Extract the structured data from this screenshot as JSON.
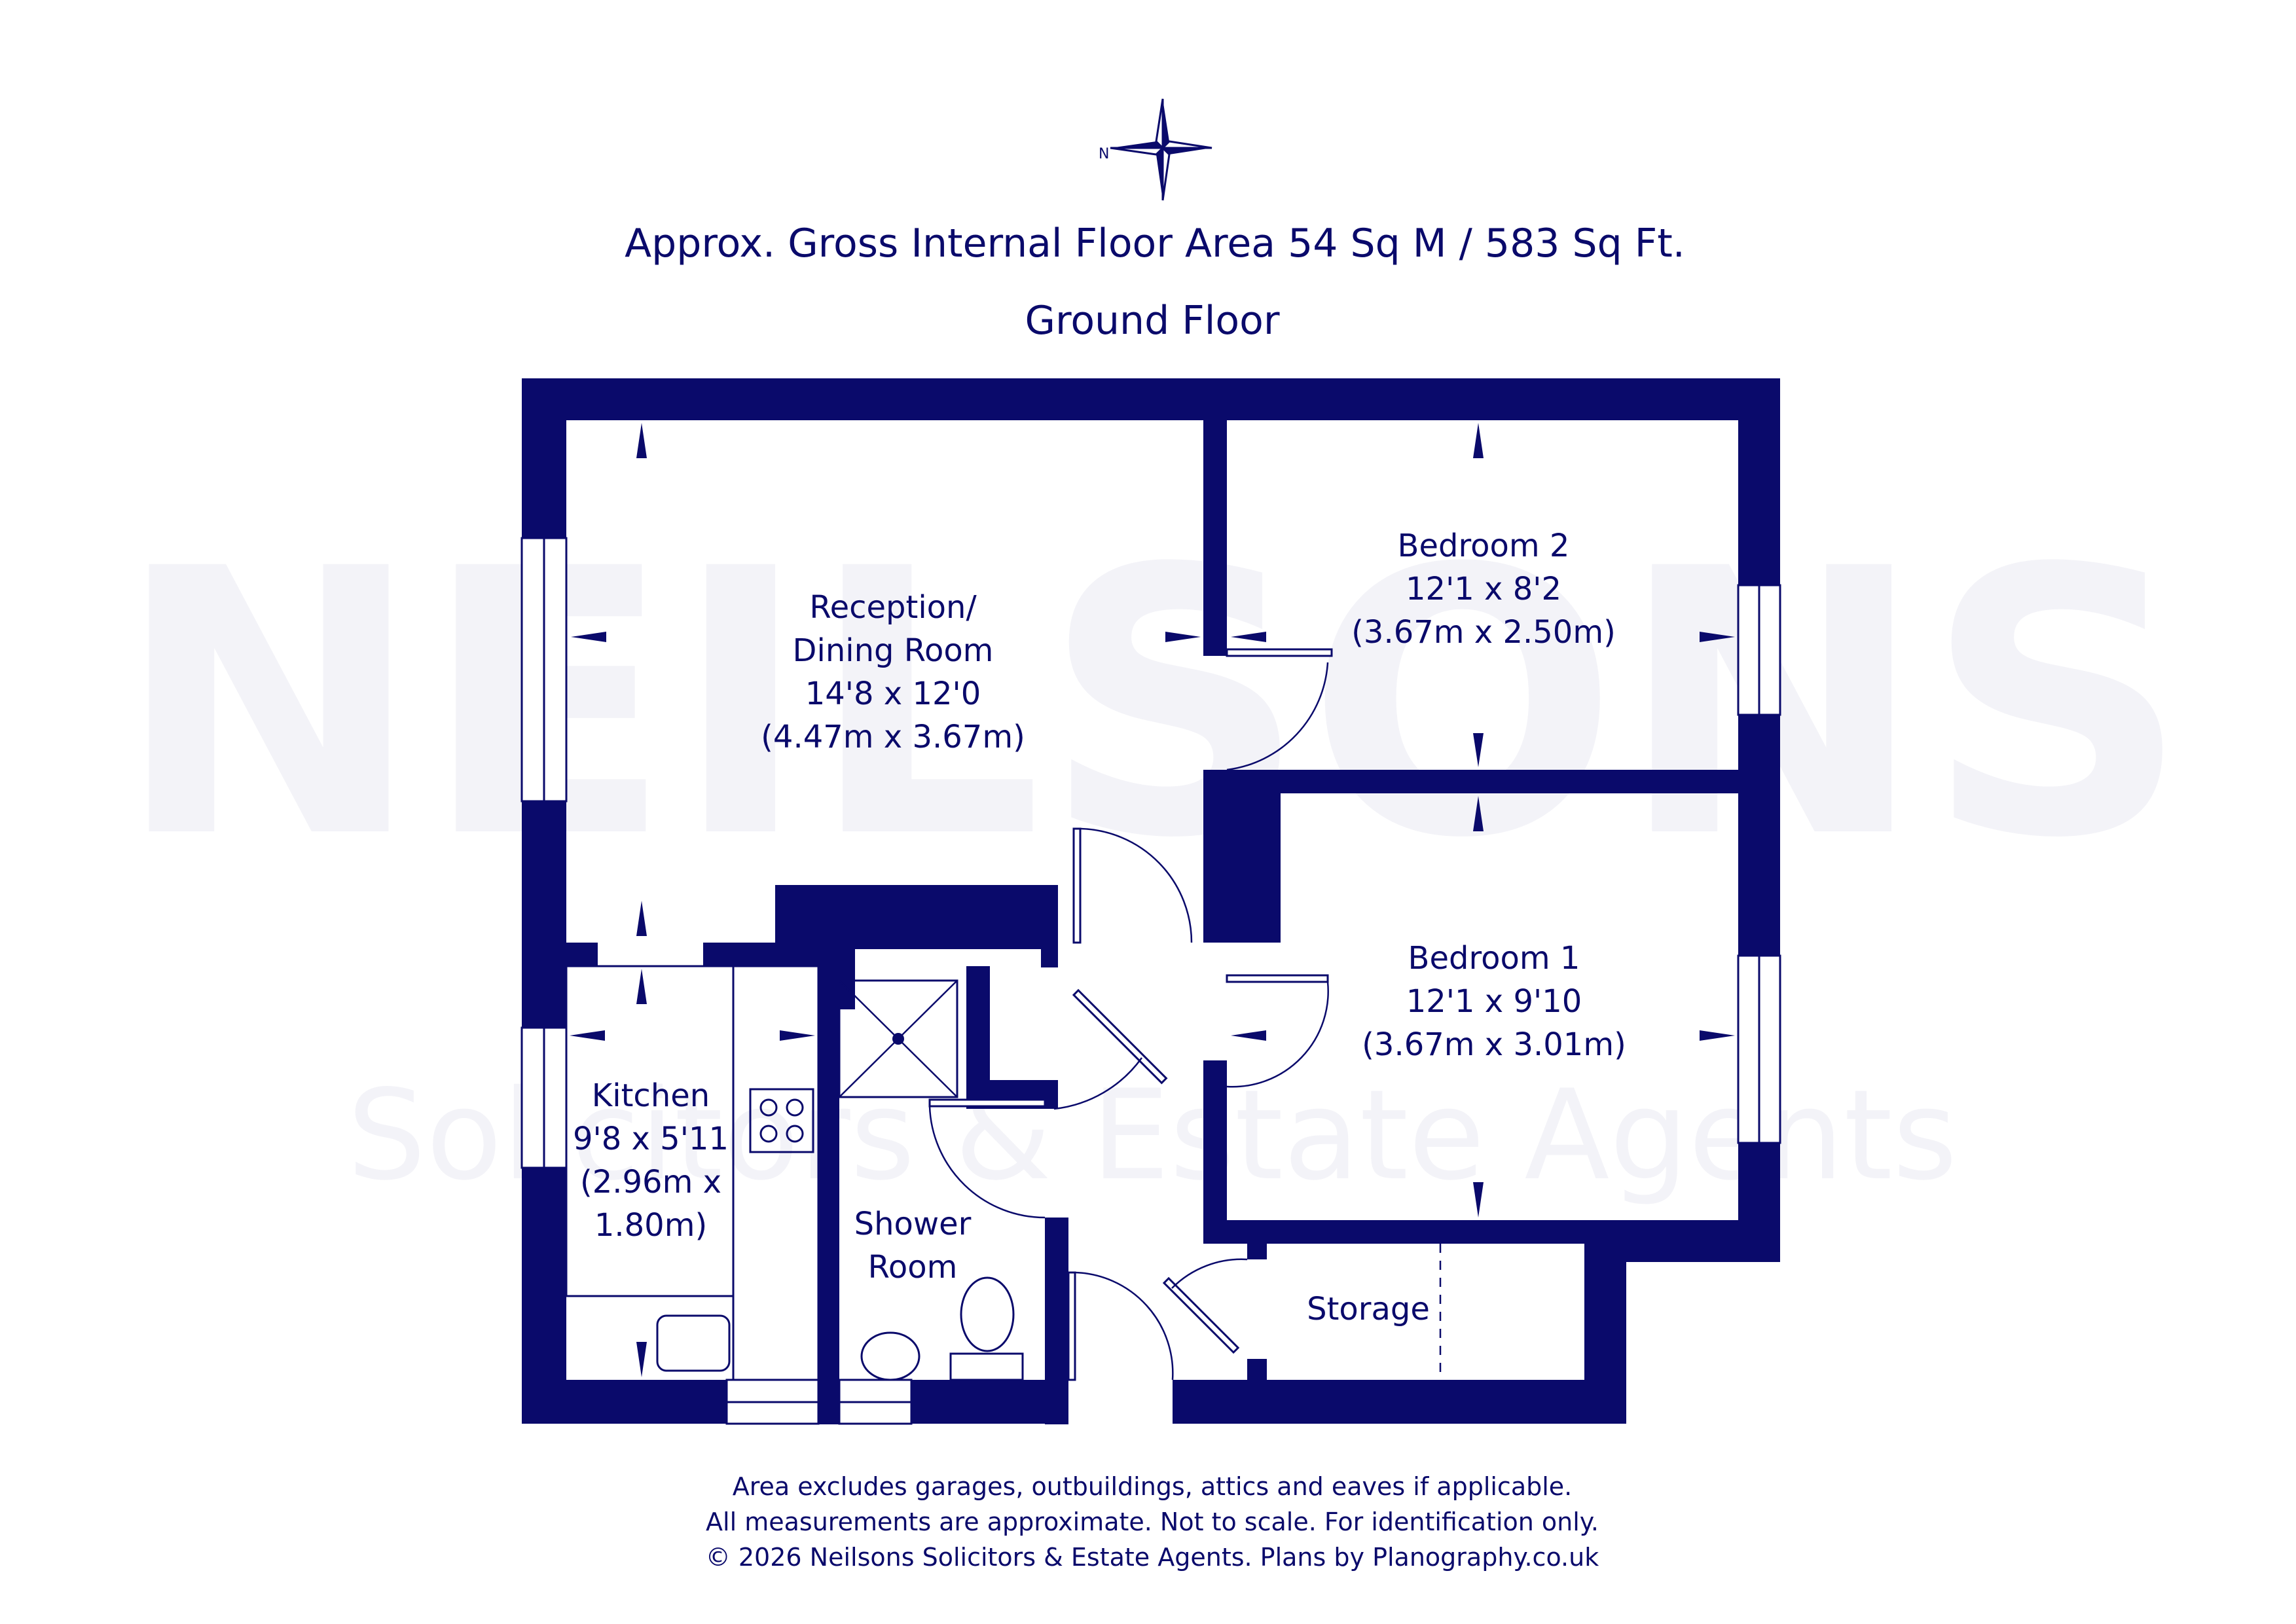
{
  "compass": {
    "north_label": "N"
  },
  "header": {
    "area_line": "Approx. Gross Internal Floor Area 54 Sq M / 583 Sq Ft.",
    "floor_name": "Ground Floor"
  },
  "rooms": {
    "reception": {
      "line1": "Reception/",
      "line2": "Dining Room",
      "imperial": "14'8 x 12'0",
      "metric": "(4.47m x 3.67m)"
    },
    "bedroom2": {
      "name": "Bedroom 2",
      "imperial": "12'1 x 8'2",
      "metric": "(3.67m x 2.50m)"
    },
    "bedroom1": {
      "name": "Bedroom 1",
      "imperial": "12'1 x 9'10",
      "metric": "(3.67m x 3.01m)"
    },
    "kitchen": {
      "name": "Kitchen",
      "imperial": "9'8 x 5'11",
      "metric_line1": "(2.96m x",
      "metric_line2": "1.80m)"
    },
    "shower": {
      "line1": "Shower",
      "line2": "Room"
    },
    "storage": {
      "name": "Storage"
    }
  },
  "watermark": {
    "logo_text": "NEILSONS",
    "tagline": "Solicitors & Estate Agents"
  },
  "footer": {
    "line1": "Area excludes garages, outbuildings, attics and eaves if applicable.",
    "line2": "All measurements are approximate. Not to scale. For identification only.",
    "line3": "© 2026 Neilsons Solicitors & Estate Agents. Plans by Planography.co.uk"
  },
  "colors": {
    "ink": "#0a0a6b",
    "background": "#ffffff"
  }
}
